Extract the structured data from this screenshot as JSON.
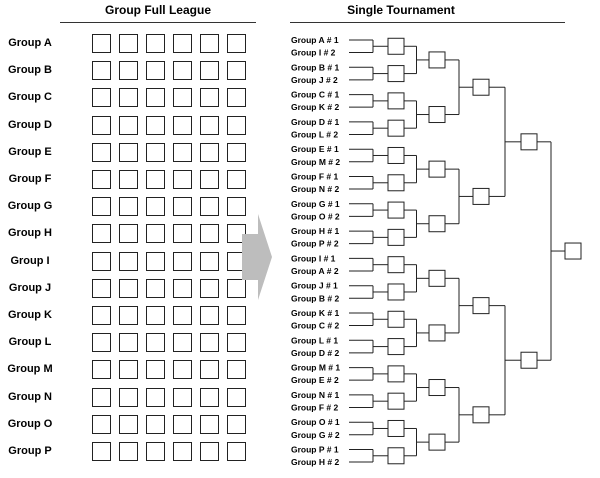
{
  "league": {
    "title": "Group Full League",
    "groups": [
      "Group A",
      "Group B",
      "Group C",
      "Group D",
      "Group E",
      "Group F",
      "Group G",
      "Group H",
      "Group I",
      "Group J",
      "Group K",
      "Group L",
      "Group M",
      "Group N",
      "Group O",
      "Group P"
    ],
    "boxes_per_group": 6
  },
  "tournament": {
    "title": "Single Tournament",
    "slots": [
      "Group A # 1",
      "Group I # 2",
      "Group B # 1",
      "Group J # 2",
      "Group C # 1",
      "Group K # 2",
      "Group D # 1",
      "Group L # 2",
      "Group E # 1",
      "Group M # 2",
      "Group F # 1",
      "Group N # 2",
      "Group G # 1",
      "Group O # 2",
      "Group H # 1",
      "Group P # 2",
      "Group I # 1",
      "Group A # 2",
      "Group J # 1",
      "Group B # 2",
      "Group K # 1",
      "Group C # 2",
      "Group L # 1",
      "Group D # 2",
      "Group M # 1",
      "Group E # 2",
      "Group N # 1",
      "Group F # 2",
      "Group O # 1",
      "Group G # 2",
      "Group P # 1",
      "Group H # 2"
    ]
  },
  "arrow": {
    "color": "#bdbdbd",
    "icon": "arrow-right-icon"
  }
}
